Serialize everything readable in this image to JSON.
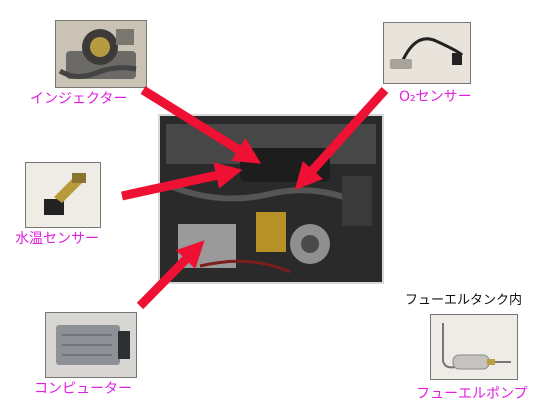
{
  "parts": {
    "injector": {
      "label": "インジェクター"
    },
    "o2_sensor": {
      "label": "O₂センサー"
    },
    "water_temp_sensor": {
      "label": "水温センサー"
    },
    "computer": {
      "label": "コンピューター"
    },
    "fuel_pump": {
      "label": "フューエルポンプ",
      "location_note": "フューエルタンク内"
    }
  },
  "colors": {
    "label": "#e020e0",
    "arrow": "#ee1133"
  }
}
